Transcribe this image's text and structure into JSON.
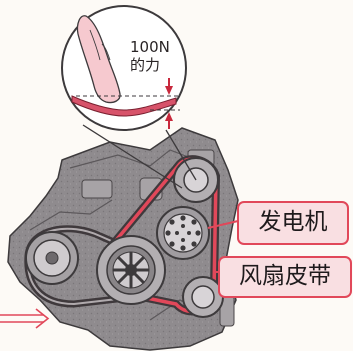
{
  "inset": {
    "force_value": "100N",
    "force_unit_text": "的力"
  },
  "callouts": {
    "generator": "发电机",
    "fan_belt": "风扇皮带"
  },
  "colors": {
    "accent_red": "#e1485a",
    "callout_fill": "#f9dfe2",
    "engine_gray": "#8e8a8d",
    "belt_dark": "#4a4447"
  }
}
